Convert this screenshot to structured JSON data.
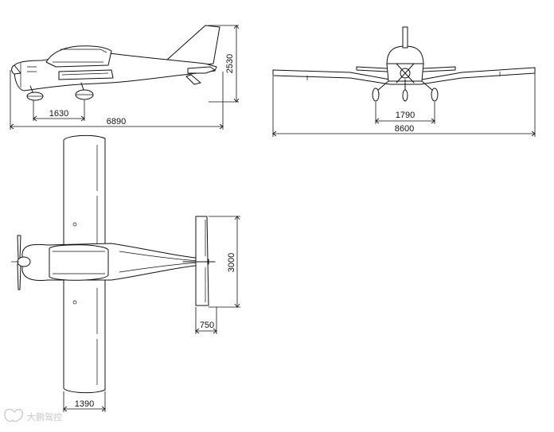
{
  "dimensions": {
    "side_height": "2530",
    "side_wheel": "1630",
    "side_length": "6890",
    "front_track": "1790",
    "front_span": "8600",
    "top_tail_span": "3000",
    "top_tail_chord": "750",
    "top_wing_chord": "1390"
  },
  "watermark": {
    "text": "大鹏驾控"
  }
}
